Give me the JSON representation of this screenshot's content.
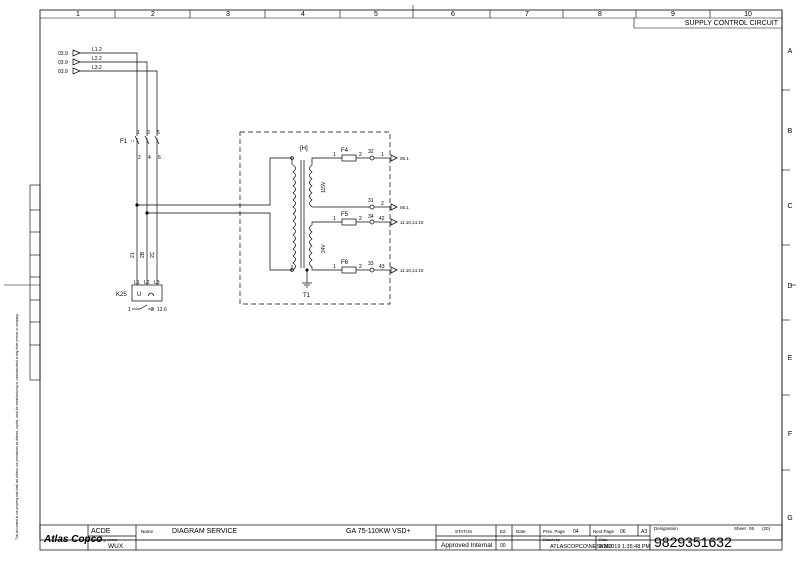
{
  "sheet_title": "SUPPLY CONTROL CIRCUIT",
  "columns": [
    "1",
    "2",
    "3",
    "4",
    "5",
    "6",
    "7",
    "8",
    "9",
    "10"
  ],
  "rows": [
    "A",
    "B",
    "C",
    "D",
    "E",
    "F",
    "G"
  ],
  "supply": [
    {
      "ref": "03.9",
      "line": "L1.2"
    },
    {
      "ref": "03.9",
      "line": "L2.2"
    },
    {
      "ref": "03.9",
      "line": "L3.2"
    }
  ],
  "fuse_f1": {
    "name": "F1",
    "top_pins": [
      "1",
      "3",
      "5"
    ],
    "bottom_pins": [
      "2",
      "4",
      "6"
    ]
  },
  "wires": {
    "w1": "21",
    "w2": "2B",
    "w3": "2C"
  },
  "k25": {
    "name": "K25",
    "terminals": [
      "L1",
      "L2",
      "L3"
    ],
    "u_label": "U",
    "contact_left": "1",
    "contact_right": "2",
    "contact_ref": "12.6"
  },
  "transformer": {
    "name": "T1",
    "section": "[H]",
    "v1": "115V",
    "v2": "24V"
  },
  "fuses": [
    {
      "name": "F4",
      "pin_in": "1",
      "pin_out": "2",
      "term": "32",
      "out_wire": "1",
      "dest": "06.1"
    },
    {
      "name": "F5",
      "pin_in": "1",
      "pin_out": "2",
      "term": "34",
      "out_wire": "42",
      "dest": "11.10,14.10"
    },
    {
      "name": "F6",
      "pin_in": "1",
      "pin_out": "2",
      "term": "33",
      "out_wire": "43",
      "dest": "11.10,14.10"
    }
  ],
  "return_line": {
    "term": "31",
    "out_wire": "2",
    "dest": "06.1"
  },
  "title_block": {
    "brand": "Atlas Copco",
    "company": "ACDE",
    "drawing_owner_label": "Drawing owner",
    "drawing_owner": "WUX",
    "name_label": "Name",
    "name": "DIAGRAM SERVICE",
    "product": "GA 75-110KW VSD+",
    "status_label": "STATUS",
    "status": "Approved Internal",
    "ed_label": "Ed",
    "ed": "00",
    "date_label": "Date",
    "prev_label": "Prev. Page",
    "prev": "04",
    "next_label": "Next Page",
    "next": "06",
    "size": "A3",
    "drawn_by_label": "Drawn by",
    "drawn_by": "ATLASCOPCO\\NESKMU",
    "date2_label": "Date",
    "date2": "9/3/2019 1:35:48 PM",
    "designation_label": "Designation",
    "designation": "9829351632",
    "sheet_label": "Sheet",
    "sheet": "05",
    "sheet_total": "(20)"
  },
  "side_note": "This document is our property and shall not without our permission be altered, copied, used for manufacturing or communicated to any other person or company."
}
